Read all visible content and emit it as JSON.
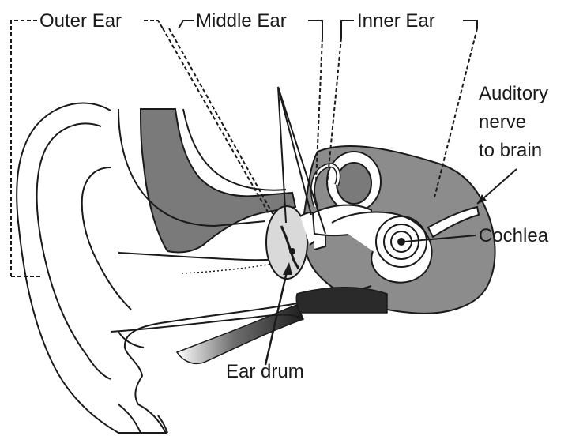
{
  "labels": {
    "outer_ear": "Outer Ear",
    "middle_ear": "Middle Ear",
    "inner_ear": "Inner Ear",
    "auditory_nerve_line1": "Auditory",
    "auditory_nerve_line2": "nerve",
    "auditory_nerve_line3": "to brain",
    "cochlea": "Cochlea",
    "ear_drum": "Ear drum"
  },
  "colors": {
    "ink": "#1a1a1a",
    "tissue_gray": "#8c8c8c",
    "canal_gray": "#7a7a7a",
    "dark_cavity": "#2a2a2a",
    "background": "#ffffff"
  }
}
